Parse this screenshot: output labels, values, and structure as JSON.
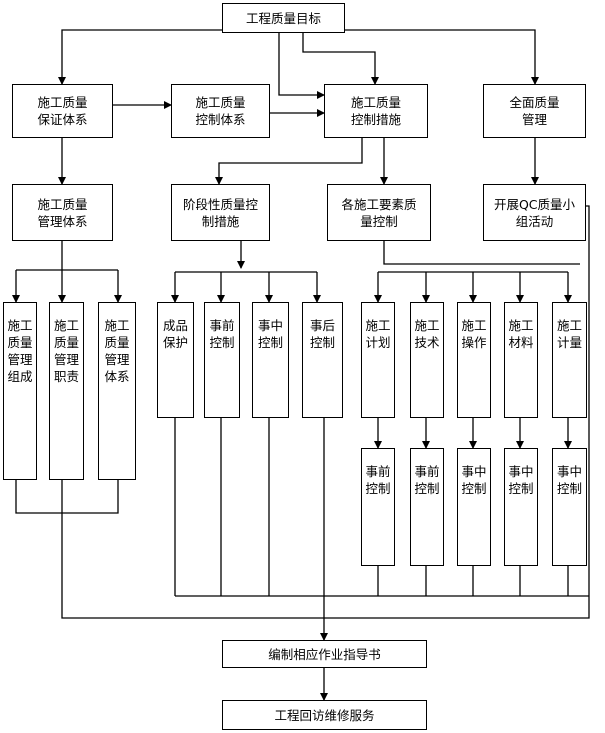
{
  "nodes": {
    "goal": "工程质量目标",
    "assurance": "施工质量\n保证体系",
    "control_system": "施工质量\n控制体系",
    "control_measures": "施工质量\n控制措施",
    "total_quality": "全面质量\n管理",
    "management_system": "施工质量\n管理体系",
    "stage_measures": "阶段性质量控\n制措施",
    "factor_control": "各施工要素质\n量控制",
    "qc_group": "开展QC质量小\n组活动",
    "org": "施工\n质量\n管理\n组成",
    "duties": "施工\n质量\n管理\n职责",
    "mgmt_system": "施工\n质量\n管理\n体系",
    "product_protect": "成品\n保护",
    "pre_control": "事前\n控制",
    "in_control": "事中\n控制",
    "post_control": "事后\n控制",
    "plan": "施工\n计划",
    "tech": "施工\n技术",
    "operation": "施工\n操作",
    "material": "施工\n材料",
    "metering": "施工\n计量",
    "plan_sub": "事前\n控制",
    "tech_sub": "事前\n控制",
    "operation_sub": "事中\n控制",
    "material_sub": "事中\n控制",
    "metering_sub": "事中\n控制",
    "instructions": "编制相应作业指导书",
    "service": "工程回访维修服务"
  }
}
